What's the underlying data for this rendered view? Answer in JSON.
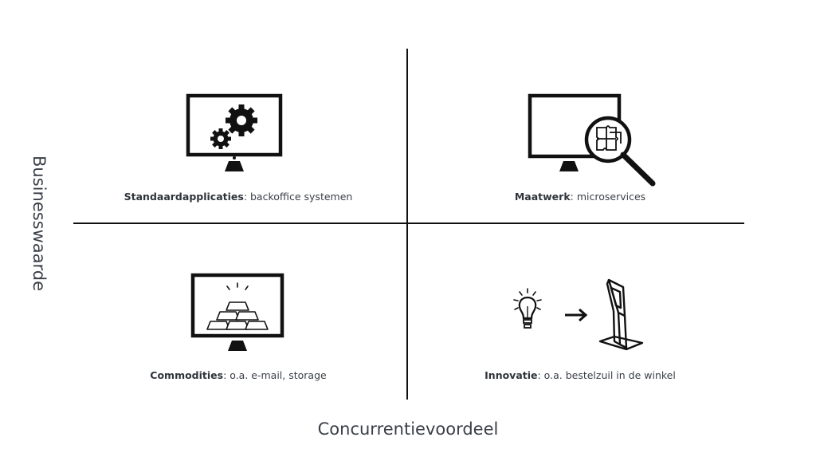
{
  "axes": {
    "y_label": "Businesswaarde",
    "x_label": "Concurrentievoordeel"
  },
  "quadrants": [
    {
      "title": "Standaardapplicaties",
      "description": ": backoffice systemen",
      "icon": "monitor-gears-icon"
    },
    {
      "title": "Maatwerk",
      "description": ": microservices",
      "icon": "monitor-magnifier-puzzle-icon"
    },
    {
      "title": "Commodities",
      "description": ": o.a. e-mail, storage",
      "icon": "monitor-gold-bars-icon"
    },
    {
      "title": "Innovatie",
      "description": ": o.a. bestelzuil in de winkel",
      "icon": "lightbulb-arrow-kiosk-icon"
    }
  ],
  "colors": {
    "lines": "#111111",
    "text": "#3a3f47"
  }
}
